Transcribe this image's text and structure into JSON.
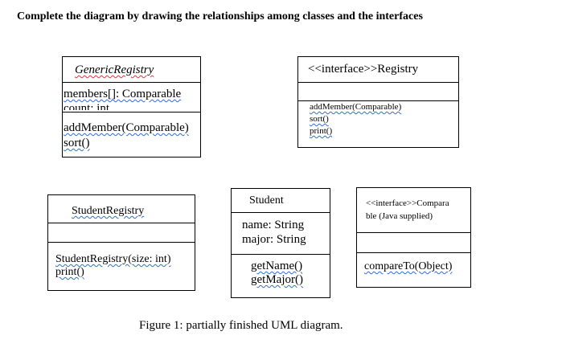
{
  "heading": "Complete the diagram by drawing the relationships among classes and the interfaces",
  "caption": "Figure 1: partially finished UML diagram.",
  "classes": {
    "generic_registry": {
      "name": "GenericRegistry",
      "attributes": [
        "members[]: Comparable",
        "count: int"
      ],
      "methods": [
        "addMember(Comparable)",
        "sort()"
      ]
    },
    "registry_interface": {
      "name": "<<interface>>Registry",
      "attributes": [],
      "methods": [
        "addMember(Comparable)",
        "sort()",
        "print()"
      ]
    },
    "student_registry": {
      "name": "StudentRegistry",
      "attributes": [],
      "methods": [
        "StudentRegistry(size: int)",
        "print()"
      ]
    },
    "student": {
      "name": "Student",
      "attributes": [
        "name: String",
        "major: String"
      ],
      "methods": [
        "getName()",
        "getMajor()"
      ]
    },
    "comparable_interface": {
      "name_line1": "<<interface>>Compara",
      "name_line2": "ble (Java supplied)",
      "attributes": [],
      "methods": [
        "compareTo(Object)"
      ]
    }
  }
}
